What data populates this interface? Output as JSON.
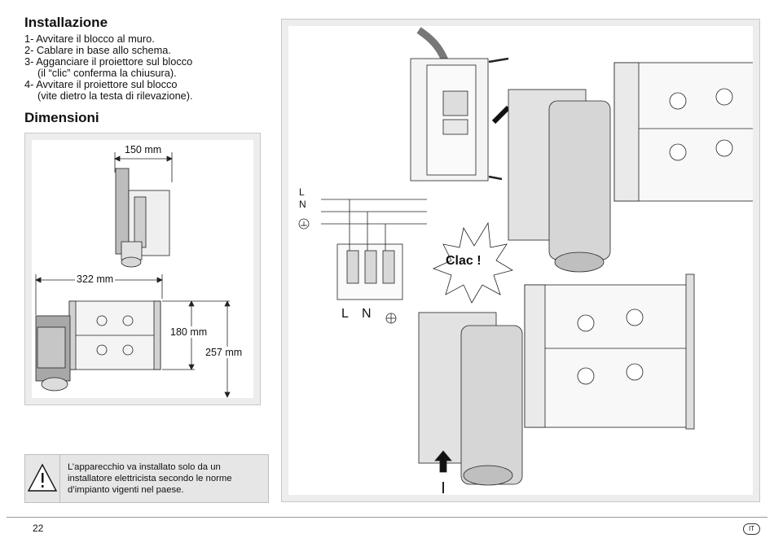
{
  "installation": {
    "title": "Installazione",
    "steps": [
      "1- Avvitare il blocco al muro.",
      "2- Cablare in base allo schema.",
      "3- Agganciare il proiettore sul blocco",
      "(il “clic” conferma la chiusura).",
      "4- Avvitare il proiettore sul blocco",
      "(vite dietro la testa di rilevazione)."
    ]
  },
  "dimensions": {
    "title": "Dimensioni",
    "depth": "150 mm",
    "width": "322 mm",
    "height_body": "180 mm",
    "height_total": "257 mm"
  },
  "warning": {
    "text": "L’apparecchio va installato solo da un installatore elettricista secondo le norme d’impianto vigenti nel paese."
  },
  "wiring": {
    "line_labels": [
      "L",
      "N"
    ],
    "terminal_labels": [
      "L",
      "N"
    ],
    "clac": "Clac !"
  },
  "footer": {
    "page_number": "22",
    "language": "IT"
  }
}
